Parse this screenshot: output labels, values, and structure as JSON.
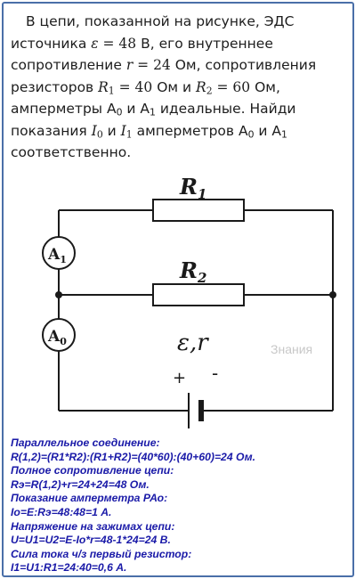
{
  "problem": {
    "line1": "В цепи, показанной на рисунке, ЭДС",
    "line2_pre": "источника ",
    "line2_sym": "ε",
    "line2_val": " = 48 ",
    "line2_post": "В, его внутреннее",
    "line3_pre": "сопротивление ",
    "line3_sym": "r",
    "line3_val": " = 24 ",
    "line3_post": "Ом, сопротивления",
    "line4_pre": "резисторов ",
    "line4_sym1": "R",
    "line4_sub1": "1",
    "line4_val1": " = 40 ",
    "line4_mid": "Ом и ",
    "line4_sym2": "R",
    "line4_sub2": "2",
    "line4_val2": " = 60 ",
    "line4_post": "Ом,",
    "line5_pre": "амперметры А",
    "line5_sub1": "0",
    "line5_mid": " и А",
    "line5_sub2": "1",
    "line5_post": " идеальные. Найди",
    "line6_pre": "показания ",
    "line6_sym1": "I",
    "line6_sub1": "0",
    "line6_mid": " и ",
    "line6_sym2": "I",
    "line6_sub2": "1",
    "line6_post": " амперметров А",
    "line6_sub3": "0",
    "line6_and": " и А",
    "line6_sub4": "1",
    "line7": "соответственно."
  },
  "circuit": {
    "r1_label": "R",
    "r1_sub": "1",
    "r2_label": "R",
    "r2_sub": "2",
    "a1_label": "A",
    "a1_sub": "1",
    "a0_label": "A",
    "a0_sub": "0",
    "source_label": "ε,r",
    "plus": "+",
    "minus": "-",
    "wire_color": "#1a1a1a"
  },
  "solution": {
    "lines": [
      "Параллельное соединение:",
      "R(1,2)=(R1*R2):(R1+R2)=(40*60):(40+60)=24 Ом.",
      "Полное сопротивление цепи:",
      "Rэ=R(1,2)+r=24+24=48 Ом.",
      "Показание амперметра РАо:",
      "Io=E:Rэ=48:48=1 А.",
      "Напряжение на зажимах цепи:",
      "U=U1=U2=E-Io*r=48-1*24=24 В.",
      "Сила тока ч/з первый резистор:",
      "I1=U1:R1=24:40=0,6 А."
    ],
    "color": "#1a1aa8"
  },
  "watermark": "Знания",
  "frame_color": "#4a6fa8"
}
